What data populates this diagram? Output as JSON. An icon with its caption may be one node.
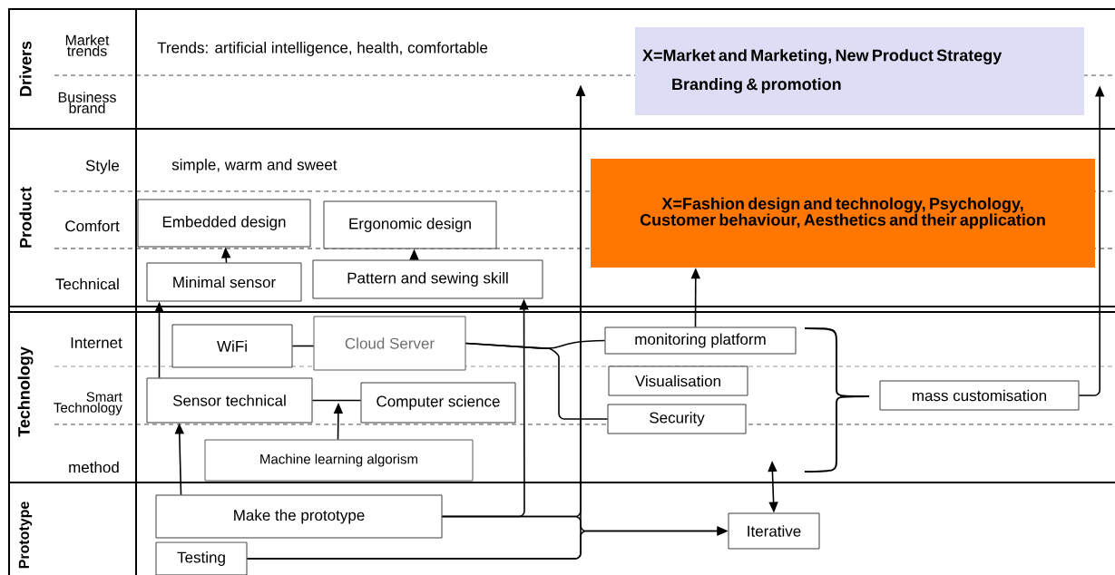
{
  "diagram": {
    "nodes": [
      {
        "text": [
          "X=Market and Marketing, New Product Strategy",
          "Branding & promotion"
        ]
      },
      {
        "text": [
          "X=Fashion design and technology, Psychology, Customer behaviour, Aesthetics and their application"
        ]
      },
      {
        "text": [
          "Embedded design"
        ]
      },
      {
        "text": [
          "Ergonomic design"
        ]
      },
      {
        "text": [
          "Minimal sensor"
        ]
      },
      {
        "text": [
          "Pattern and sewing skill"
        ]
      },
      {
        "text": [
          "WiFi"
        ]
      },
      {
        "text": [
          "Cloud Server"
        ]
      },
      {
        "text": [
          "Sensor technical"
        ]
      },
      {
        "text": [
          "Computer science"
        ]
      },
      {
        "text": [
          "Machine learning algorism"
        ]
      },
      {
        "text": [
          "monitoring platform"
        ]
      },
      {
        "text": [
          "Visualisation"
        ]
      },
      {
        "text": [
          "Security"
        ]
      },
      {
        "text": [
          "mass customisation"
        ]
      },
      {
        "text": [
          "Make the prototype"
        ]
      },
      {
        "text": [
          "Testing"
        ]
      },
      {
        "text": [
          "Iterative"
        ]
      }
    ],
    "edges": [
      {
        "from": 4,
        "to": 2,
        "arrow": "to"
      },
      {
        "from": 5,
        "to": 3,
        "arrow": "to"
      },
      {
        "from": 8,
        "to": 4,
        "arrow": "to"
      },
      {
        "from": 15,
        "to": 8,
        "arrow": "to"
      },
      {
        "from": 8,
        "to": 9,
        "arrow": "none"
      },
      {
        "from": 10,
        "to": null,
        "arrow": "to"
      },
      {
        "from": 6,
        "to": 7,
        "arrow": "none"
      },
      {
        "from": 7,
        "to": 11,
        "arrow": "none"
      },
      {
        "from": 7,
        "to": 13,
        "arrow": "none"
      },
      {
        "from": 11,
        "to": 1,
        "arrow": "to"
      },
      {
        "from": 14,
        "to": 0,
        "arrow": "to"
      },
      {
        "from": 17,
        "to": null,
        "arrow": "both"
      },
      {
        "from": 15,
        "to": 5,
        "arrow": "to"
      },
      {
        "from": 15,
        "to": 17,
        "arrow": "to"
      },
      {
        "from": 16,
        "to": 17,
        "arrow": "to"
      },
      {
        "from": 15,
        "to": null,
        "arrow": "to"
      },
      {
        "from": 16,
        "to": null,
        "arrow": "to"
      }
    ],
    "labels": [
      "Drivers",
      "Market trends",
      "Trends: artificial intelligence, health, comfortable",
      "Business brand",
      "Product",
      "Style",
      "simple, warm and sweet",
      "Comfort",
      "Technical",
      "Technology",
      "Internet",
      "Smart Technology",
      "method",
      "Prototype"
    ]
  }
}
